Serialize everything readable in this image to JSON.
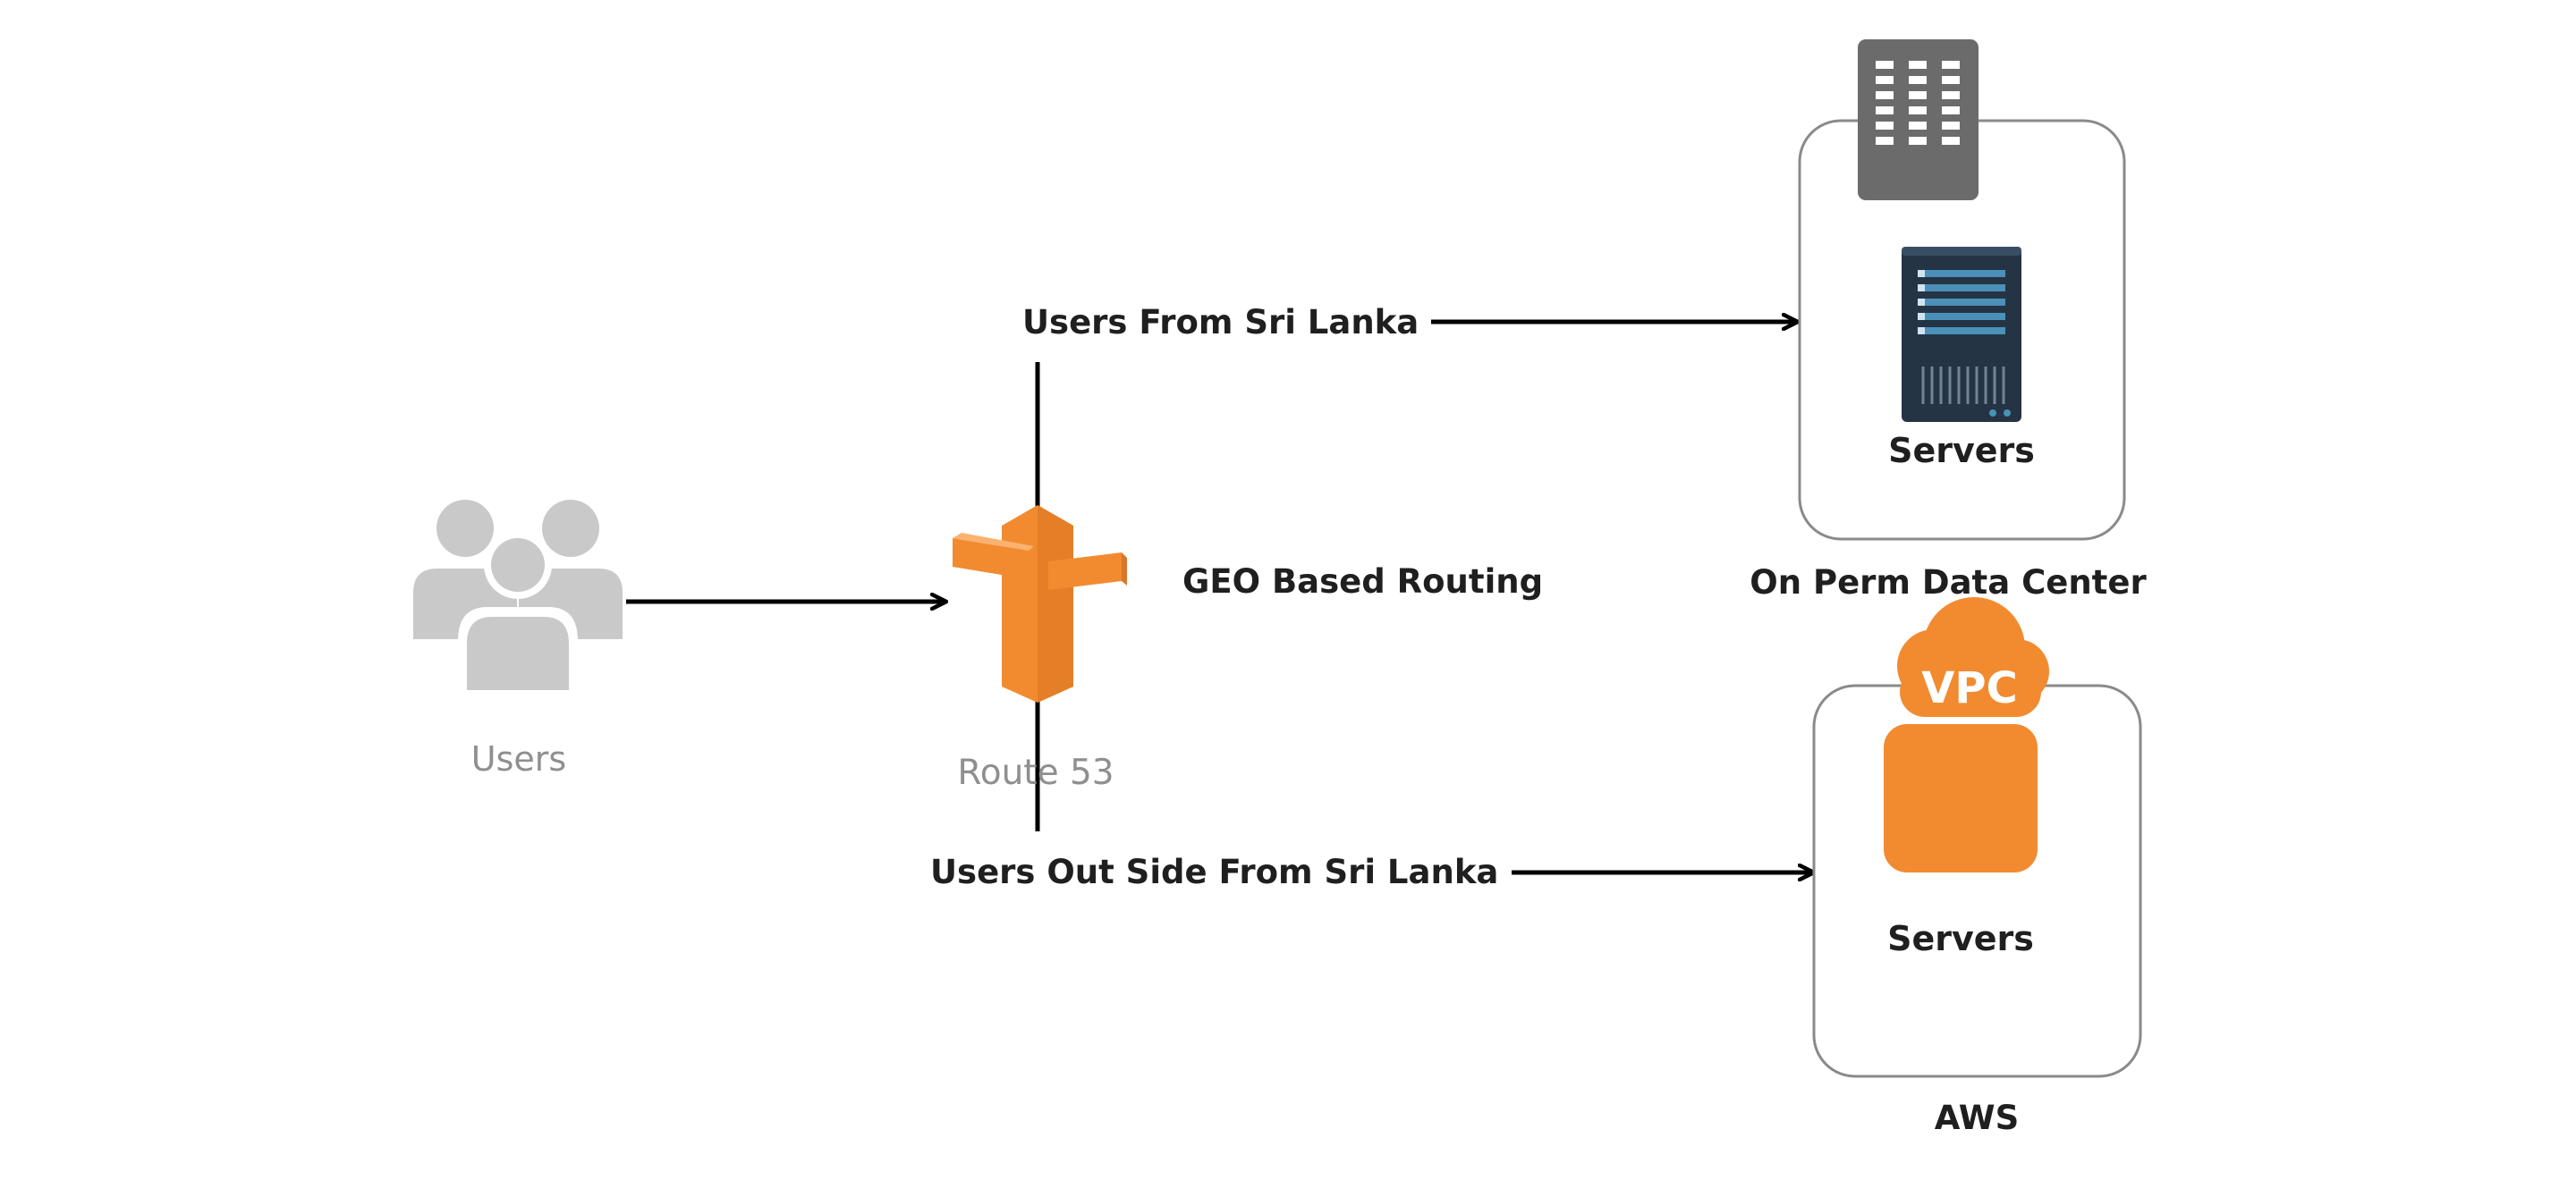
{
  "nodes": {
    "users": {
      "label": "Users"
    },
    "route53": {
      "label": "Route 53",
      "caption": "GEO Based Routing"
    },
    "onprem": {
      "server_label": "Servers",
      "caption": "On Perm Data Center"
    },
    "aws": {
      "vpc_label": "VPC",
      "server_label": "Servers",
      "caption": "AWS"
    }
  },
  "edges": {
    "sri_lanka": {
      "label": "Users From Sri Lanka"
    },
    "outside": {
      "label": "Users Out Side From Sri Lanka"
    }
  },
  "colors": {
    "aws_orange": "#f28b30",
    "aws_orange_dark": "#d9762a",
    "user_gray": "#c9c9c9",
    "building_gray": "#6b6b6b",
    "server_dark": "#253444",
    "server_blue": "#4a90b8"
  }
}
